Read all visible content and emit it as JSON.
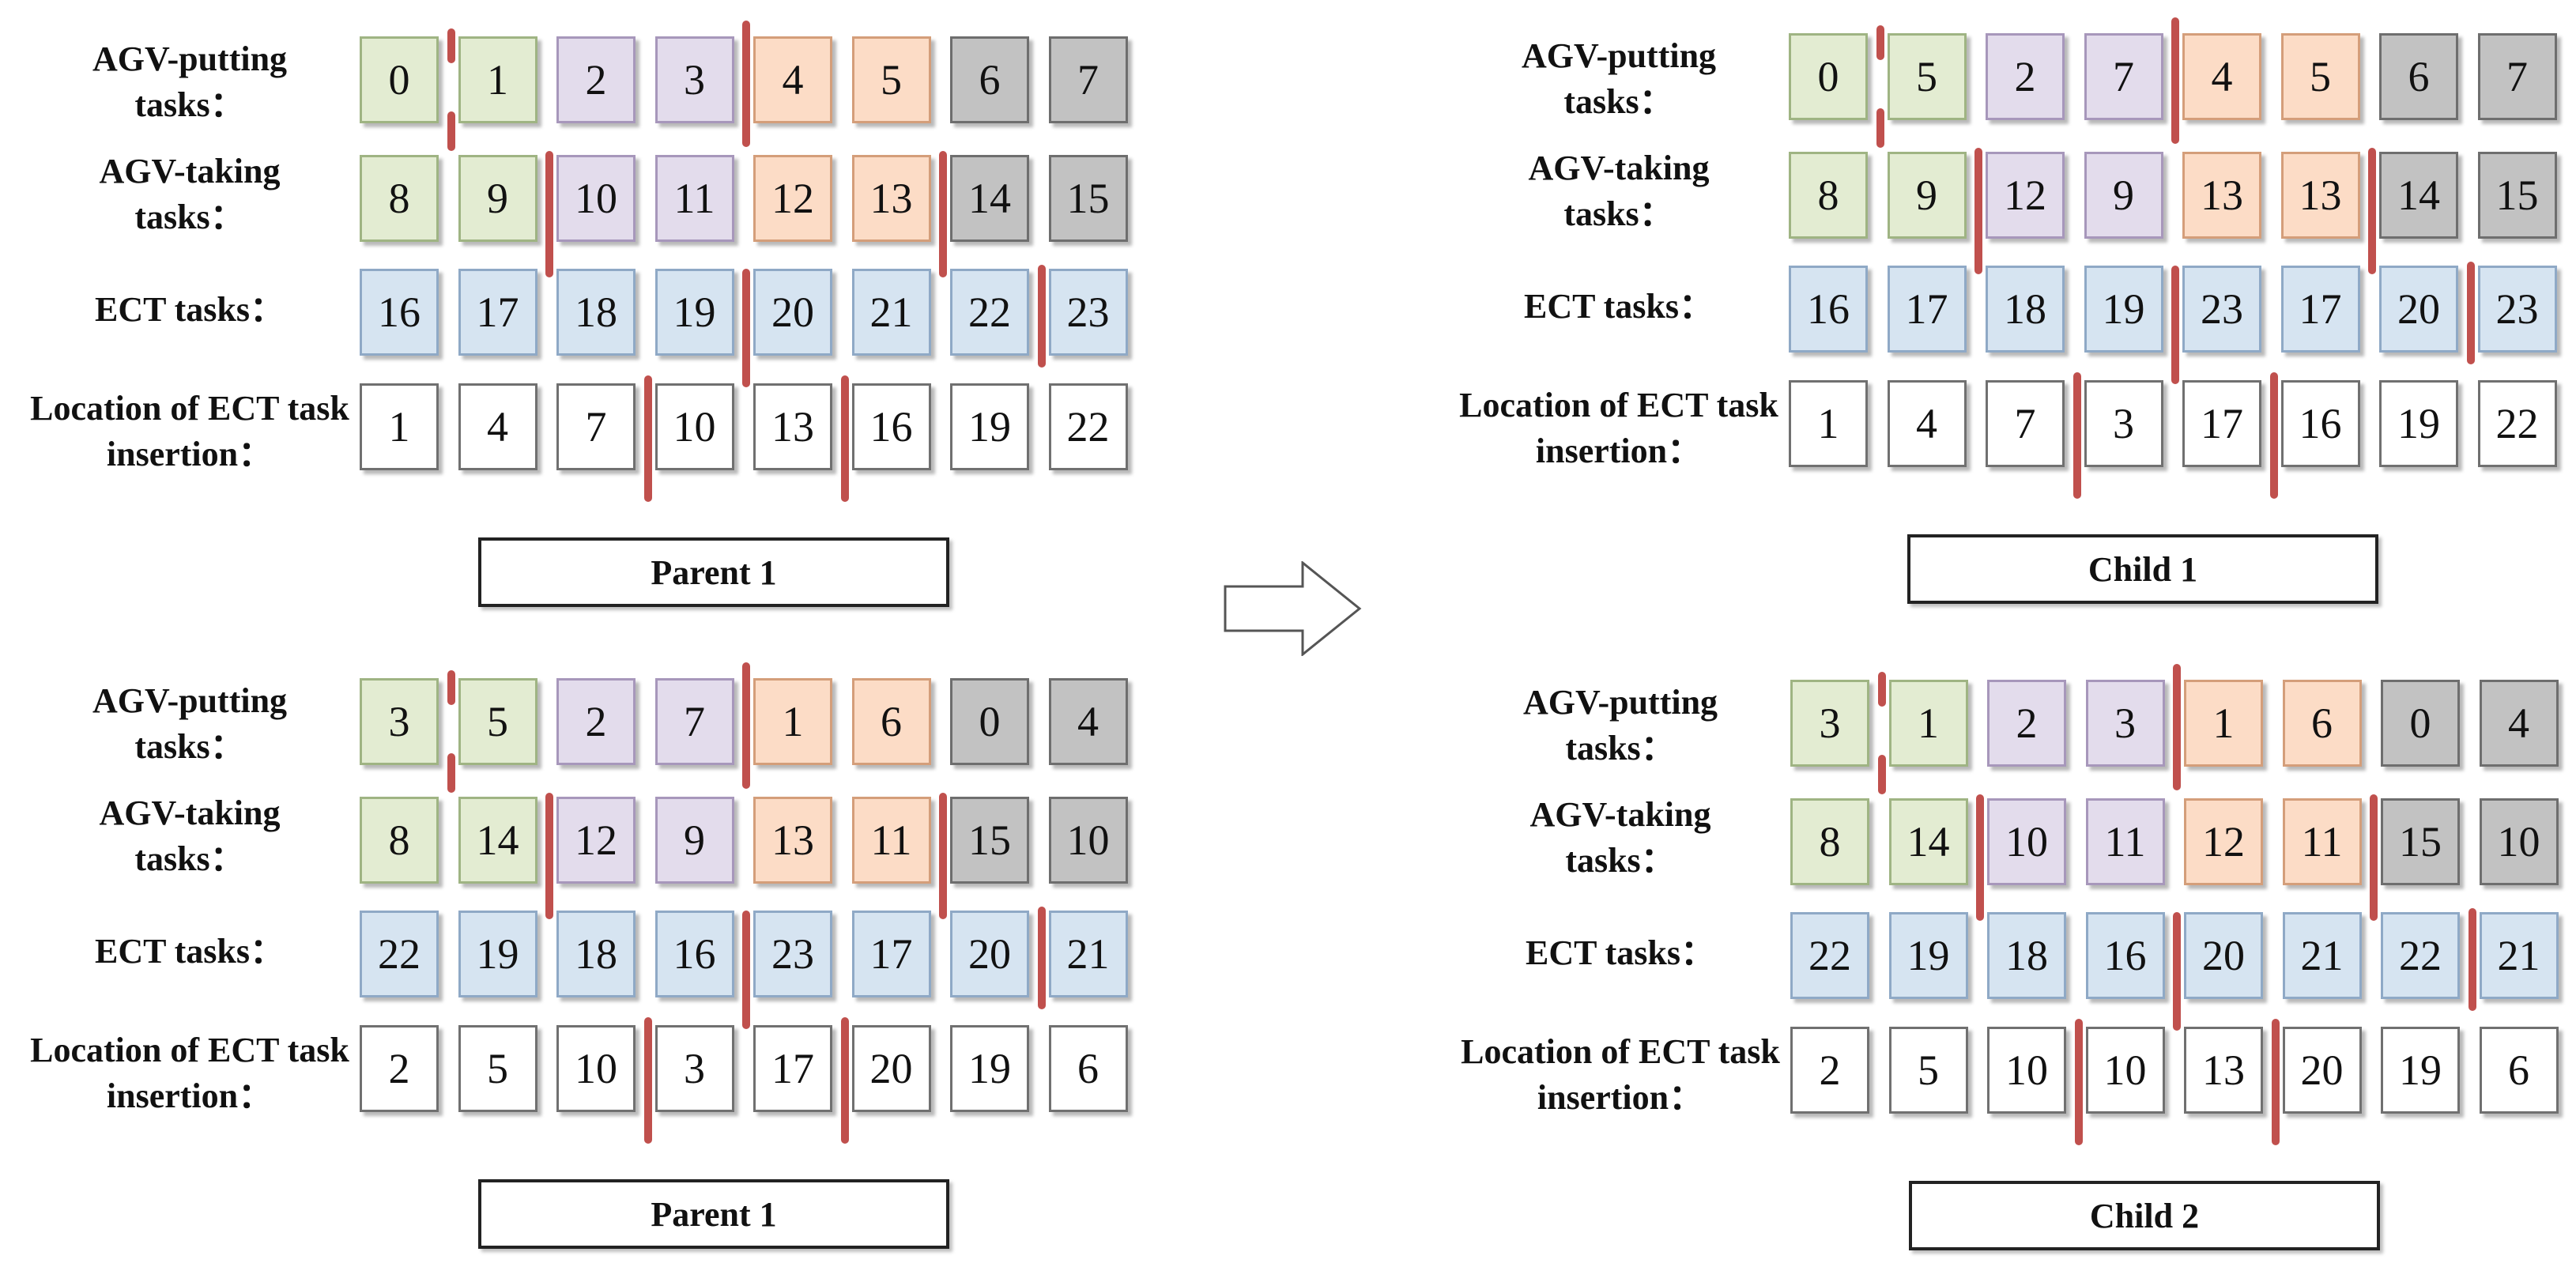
{
  "row_labels": [
    "AGV-putting\ntasks：",
    "AGV-taking\ntasks：",
    "ECT tasks：",
    "Location of ECT task\ninsertion："
  ],
  "row_colors": [
    [
      "green",
      "green",
      "purple",
      "purple",
      "orange",
      "orange",
      "gray",
      "gray"
    ],
    [
      "green",
      "green",
      "purple",
      "purple",
      "orange",
      "orange",
      "gray",
      "gray"
    ],
    [
      "blue",
      "blue",
      "blue",
      "blue",
      "blue",
      "blue",
      "blue",
      "blue"
    ],
    [
      "white",
      "white",
      "white",
      "white",
      "white",
      "white",
      "white",
      "white"
    ]
  ],
  "colors": {
    "green": "#e3ecd2",
    "purple": "#e3dcec",
    "orange": "#fcdcc6",
    "gray": "#c2c2c2",
    "blue": "#d6e4f1",
    "white": "#ffffff",
    "cut_line": "#c0504d"
  },
  "arrow_icon": "right-arrow-icon",
  "panels": [
    {
      "id": "parent-1-top",
      "title": "Parent 1",
      "rows": [
        [
          "0",
          "1",
          "2",
          "3",
          "4",
          "5",
          "6",
          "7"
        ],
        [
          "8",
          "9",
          "10",
          "11",
          "12",
          "13",
          "14",
          "15"
        ],
        [
          "16",
          "17",
          "18",
          "19",
          "20",
          "21",
          "22",
          "23"
        ],
        [
          "1",
          "4",
          "7",
          "10",
          "13",
          "16",
          "19",
          "22"
        ]
      ]
    },
    {
      "id": "child-1",
      "title": "Child 1",
      "rows": [
        [
          "0",
          "5",
          "2",
          "7",
          "4",
          "5",
          "6",
          "7"
        ],
        [
          "8",
          "9",
          "12",
          "9",
          "13",
          "13",
          "14",
          "15"
        ],
        [
          "16",
          "17",
          "18",
          "19",
          "23",
          "17",
          "20",
          "23"
        ],
        [
          "1",
          "4",
          "7",
          "3",
          "17",
          "16",
          "19",
          "22"
        ]
      ]
    },
    {
      "id": "parent-1-bottom",
      "title": "Parent 1",
      "rows": [
        [
          "3",
          "5",
          "2",
          "7",
          "1",
          "6",
          "0",
          "4"
        ],
        [
          "8",
          "14",
          "12",
          "9",
          "13",
          "11",
          "15",
          "10"
        ],
        [
          "22",
          "19",
          "18",
          "16",
          "23",
          "17",
          "20",
          "21"
        ],
        [
          "2",
          "5",
          "10",
          "3",
          "17",
          "20",
          "19",
          "6"
        ]
      ]
    },
    {
      "id": "child-2",
      "title": "Child 2",
      "rows": [
        [
          "3",
          "1",
          "2",
          "3",
          "1",
          "6",
          "0",
          "4"
        ],
        [
          "8",
          "14",
          "10",
          "11",
          "12",
          "11",
          "15",
          "10"
        ],
        [
          "22",
          "19",
          "18",
          "16",
          "20",
          "21",
          "22",
          "21"
        ],
        [
          "2",
          "5",
          "10",
          "10",
          "13",
          "20",
          "19",
          "6"
        ]
      ]
    }
  ]
}
